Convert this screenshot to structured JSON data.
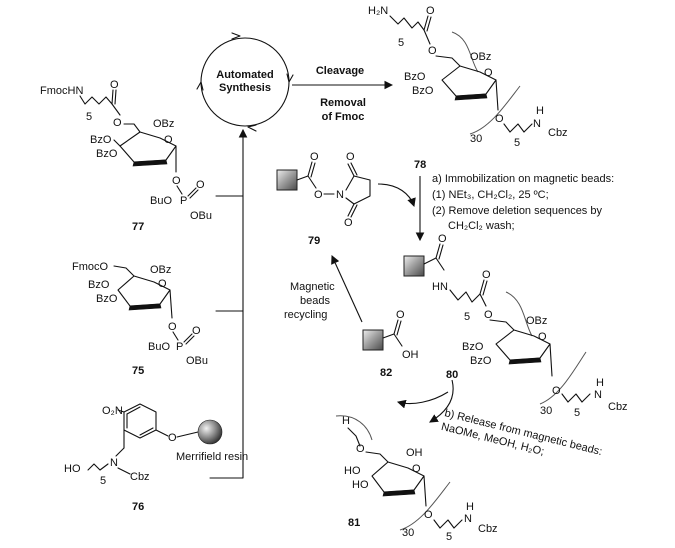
{
  "cycle": {
    "title_line1": "Automated",
    "title_line2": "Synthesis"
  },
  "arrows": {
    "cleavage": "Cleavage",
    "removal_line1": "Removal",
    "removal_line2": "of Fmoc"
  },
  "labels": {
    "fmochn": "FmocHN",
    "five": "5",
    "thirty": "30",
    "obz": "OBz",
    "bzo": "BzO",
    "o": "O",
    "p": "P",
    "buo": "BuO",
    "obu": "OBu",
    "fmoco": "FmocO",
    "h2n": "H₂N",
    "hn": "HN",
    "n": "N",
    "h": "H",
    "cbz": "Cbz",
    "oh": "OH",
    "ho": "HO",
    "no2": "O₂N",
    "merrifield": "Merrifield resin"
  },
  "compounds": {
    "c77": "77",
    "c75": "75",
    "c76": "76",
    "c78": "78",
    "c79": "79",
    "c80": "80",
    "c81": "81",
    "c82": "82"
  },
  "conditions": {
    "a_title": "a) Immobilization on magnetic beads:",
    "a1": "(1) NEt₃, CH₂Cl₂, 25 ºC;",
    "a2": "(2) Remove deletion sequences by",
    "a3": "CH₂Cl₂ wash;",
    "b_title": "b) Release from magnetic beads:",
    "b1": "NaOMe, MeOH, H₂O;"
  },
  "recycling": {
    "line1": "Magnetic",
    "line2": "beads",
    "line3": "recycling"
  }
}
